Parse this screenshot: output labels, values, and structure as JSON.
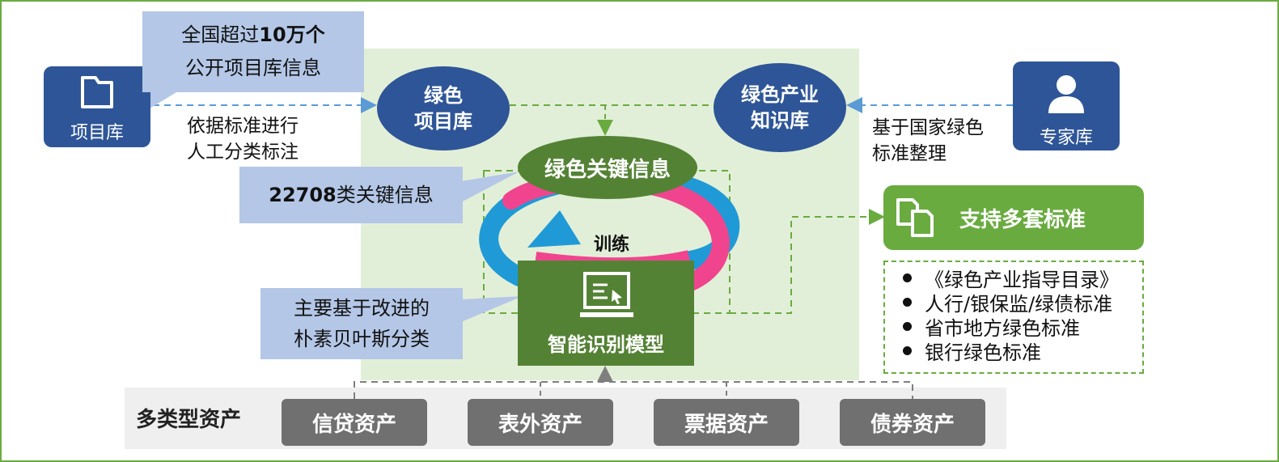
{
  "project_db": {
    "label": "项目库",
    "icon": "folder-icon"
  },
  "expert_db": {
    "label": "专家库",
    "icon": "person-icon"
  },
  "callout_top": {
    "line1_prefix": "全国超过",
    "line1_bold": "10万个",
    "line2": "公开项目库信息"
  },
  "callout_mid": {
    "bold": "22708",
    "rest": "类关键信息"
  },
  "callout_low": {
    "line1": "主要基于改进的",
    "line2": "朴素贝叶斯分类"
  },
  "left_note": {
    "line1": "依据标准进行",
    "line2": "人工分类标注"
  },
  "right_note": {
    "line1": "基于国家绿色",
    "line2": "标准整理"
  },
  "green_project_db": {
    "line1": "绿色",
    "line2": "项目库"
  },
  "green_industry_db": {
    "line1": "绿色产业",
    "line2": "知识库"
  },
  "key_info": "绿色关键信息",
  "training": "训练",
  "model": {
    "label": "智能识别模型",
    "icon": "monitor-icon"
  },
  "support": {
    "label": "支持多套标准",
    "icon": "copy-docs-icon"
  },
  "standards": [
    "《绿色产业指导目录》",
    "人行/银保监/绿债标准",
    "省市地方绿色标准",
    "银行绿色标准"
  ],
  "assets": {
    "title": "多类型资产",
    "items": [
      "信贷资产",
      "表外资产",
      "票据资产",
      "债券资产"
    ]
  },
  "colors": {
    "navy": "#2e5597",
    "green": "#548235",
    "light_green": "#6aab40",
    "panel": "#e2efd8",
    "callout": "#b4c7e7",
    "gray_btn": "#707070",
    "arrow_blue": "#5b9bd5",
    "swirl_blue": "#1f9ad6",
    "swirl_pink": "#f0458e"
  }
}
